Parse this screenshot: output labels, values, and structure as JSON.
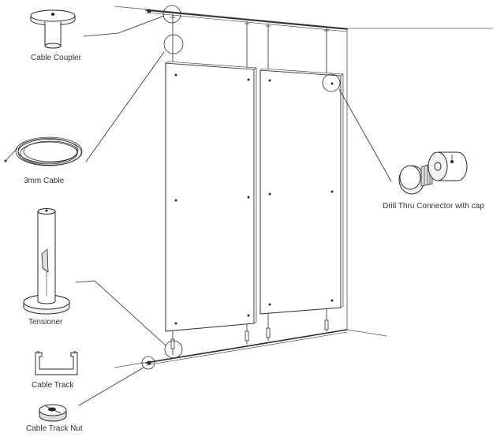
{
  "labels": {
    "cable_coupler": "Cable Coupler",
    "cable": "3mm Cable",
    "tensioner": "Tensioner",
    "cable_track": "Cable Track",
    "cable_track_nut": "Cable Track Nut",
    "drill_thru_connector": "Drill Thru Connector with cap"
  },
  "colors": {
    "line": "#2a2a2a",
    "panel_fill": "#ffffff",
    "detail_fill": "#f2f2f2",
    "label_text": "#333333"
  }
}
